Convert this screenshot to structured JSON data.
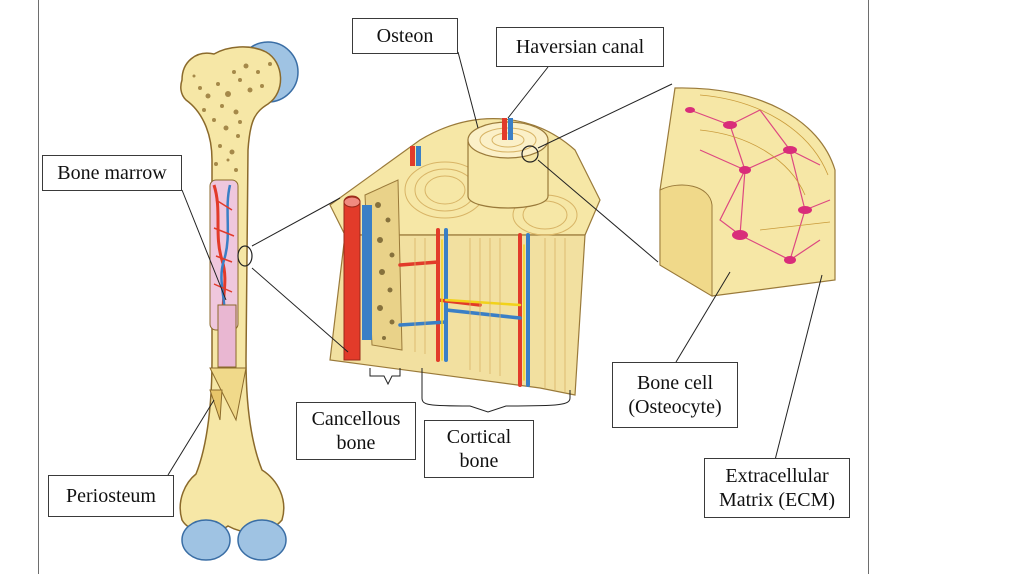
{
  "labels": {
    "osteon": "Osteon",
    "haversian_canal": "Haversian canal",
    "bone_marrow": "Bone marrow",
    "periosteum": "Periosteum",
    "cancellous_bone": [
      "Cancellous",
      "bone"
    ],
    "cortical_bone": [
      "Cortical",
      "bone"
    ],
    "bone_cell": [
      "Bone cell",
      "(Osteocyte)"
    ],
    "ecm": [
      "Extracellular",
      "Matrix (ECM)"
    ]
  },
  "colors": {
    "bone": "#f6e7a6",
    "bone_dark": "#e8c66a",
    "cartilage": "#9fc3e3",
    "artery": "#e23b2a",
    "vein": "#3a7fc6",
    "nerve": "#f2d21a",
    "osteocyte": "#d92d7a",
    "marrow_pink": "#efc7dd"
  }
}
